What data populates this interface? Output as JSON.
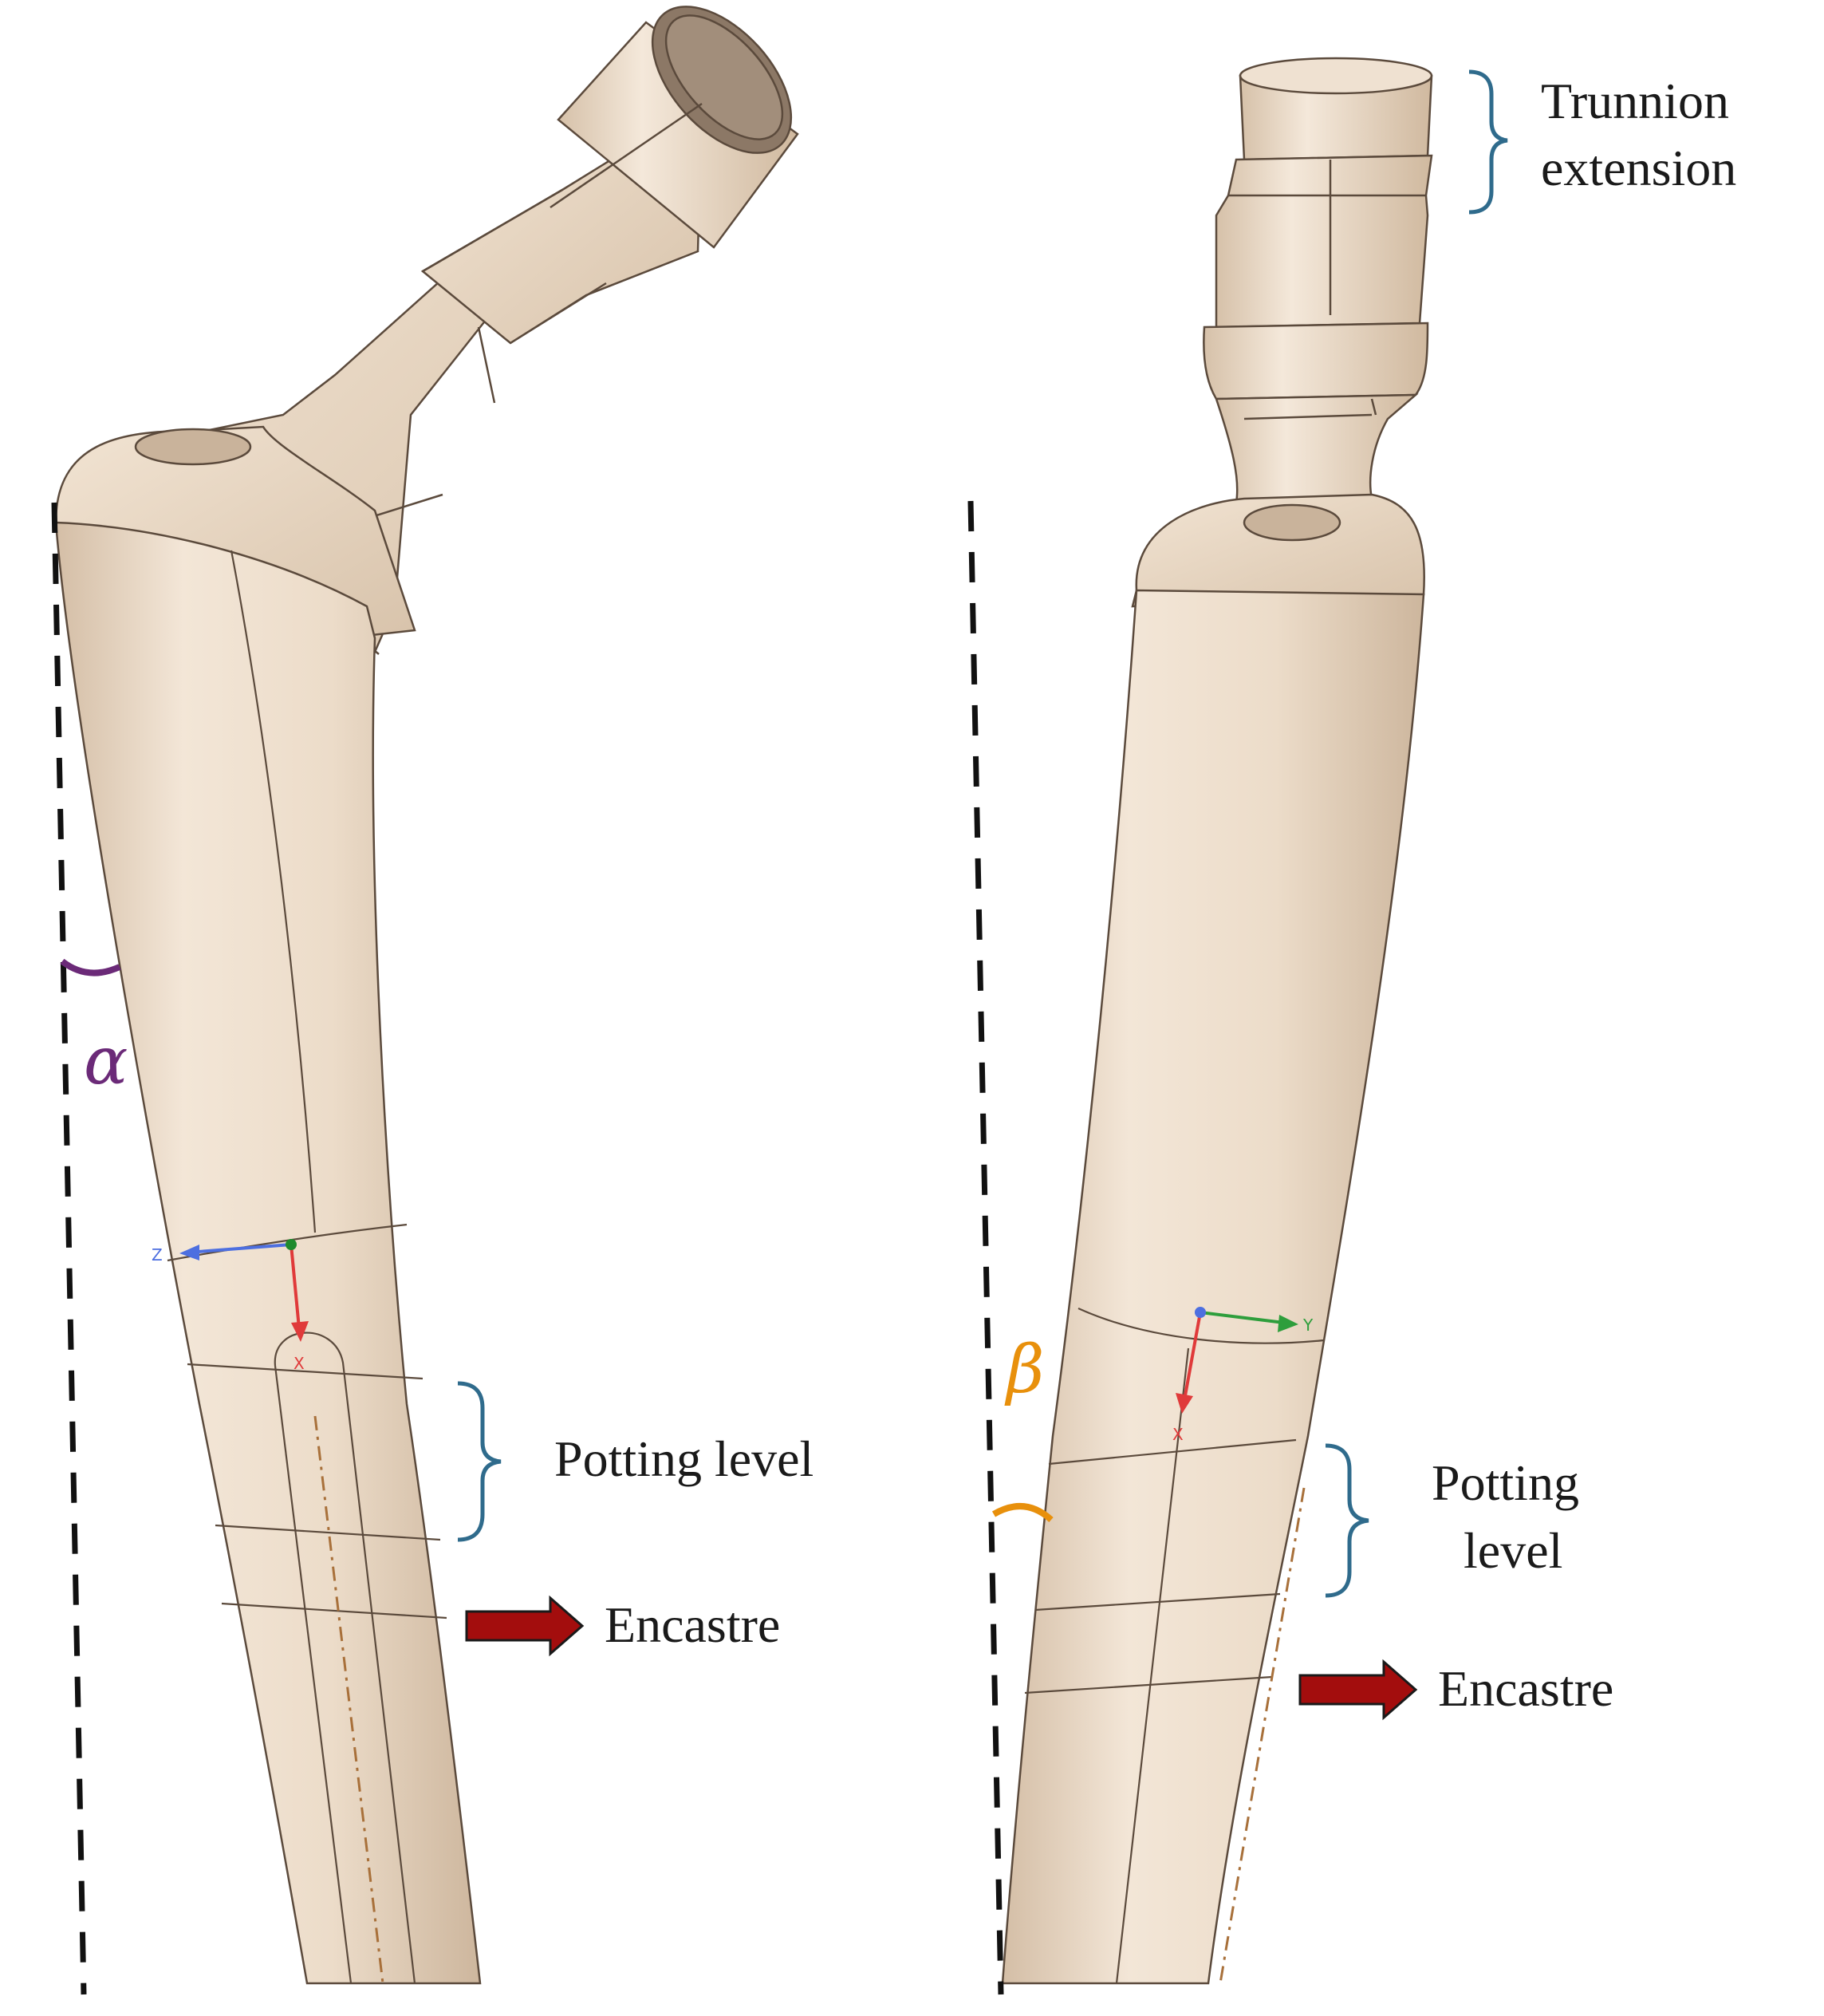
{
  "labels": {
    "alpha": "α",
    "beta": "β",
    "trunnion_line1": "Trunnion",
    "trunnion_line2": "extension",
    "potting_left": "Potting level",
    "potting_right_line1": "Potting",
    "potting_right_line2": "level",
    "encastre_left": "Encastre",
    "encastre_right": "Encastre"
  },
  "axes_left": {
    "x": "X",
    "z": "Z"
  },
  "axes_right": {
    "x": "X",
    "y": "Y"
  },
  "colors": {
    "stem_fill": "#ead9c7",
    "stem_edge": "#5b4a3c",
    "bracket": "#2f6b8c",
    "arrow": "#a30d0d",
    "alpha": "#6b2a78",
    "beta": "#e8900c",
    "centerline": "#a8703a",
    "reference_line": "#111111"
  }
}
